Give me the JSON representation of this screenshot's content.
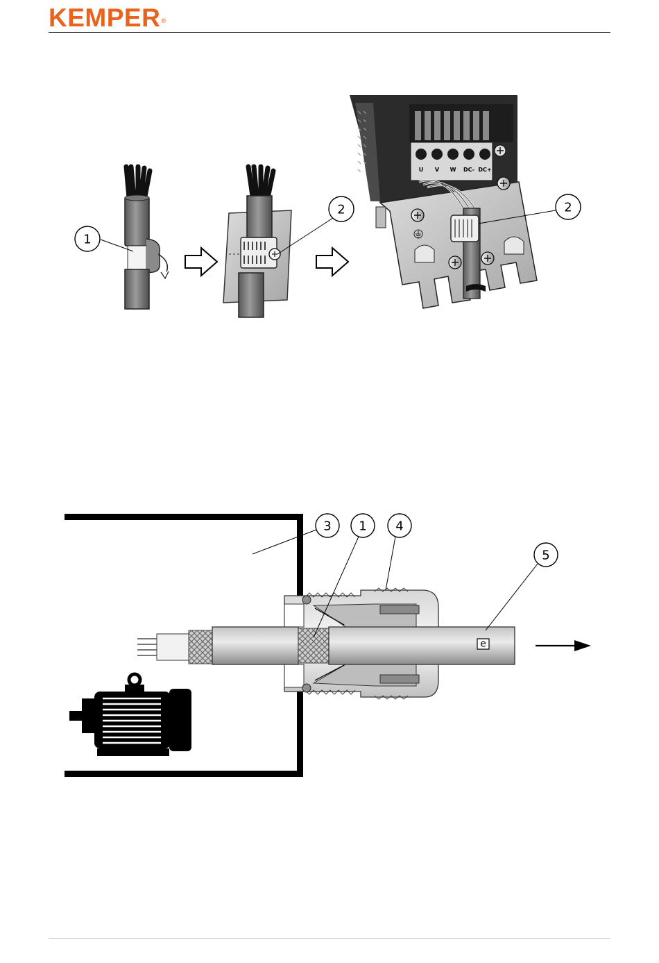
{
  "header": {
    "brand": "KEMPER",
    "brand_mark": "®",
    "brand_color": "#e8641d"
  },
  "figure1": {
    "callouts": [
      "1",
      "2",
      "2"
    ],
    "terminal_labels": [
      "U",
      "V",
      "W",
      "DC-",
      "DC+"
    ],
    "icons": [
      "arrow-right-outline-icon",
      "arrow-right-outline-icon",
      "curved-arrow-icon",
      "ground-symbol-icon"
    ]
  },
  "figure2": {
    "callouts": [
      "3",
      "1",
      "4",
      "5"
    ],
    "cable_mark": "e",
    "icons": [
      "motor-icon",
      "arrow-right-icon"
    ]
  }
}
